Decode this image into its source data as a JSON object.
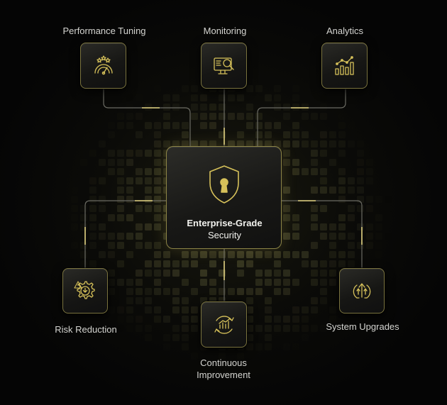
{
  "center": {
    "title_line1": "Enterprise-Grade",
    "title_line2": "Security",
    "icon": "shield-keyhole-icon"
  },
  "nodes": {
    "performance": {
      "label": "Performance Tuning",
      "icon": "speedometer-stars-icon"
    },
    "monitoring": {
      "label": "Monitoring",
      "icon": "monitor-magnifier-icon"
    },
    "analytics": {
      "label": "Analytics",
      "icon": "bar-chart-trend-icon"
    },
    "risk": {
      "label": "Risk Reduction",
      "icon": "gear-warning-icon"
    },
    "continuous": {
      "label_line1": "Continuous",
      "label_line2": "Improvement",
      "icon": "cycle-chart-icon"
    },
    "upgrades": {
      "label": "System Upgrades",
      "icon": "gear-upload-icon"
    }
  },
  "colors": {
    "accent": "#d6c15a",
    "card_border": "#7a733e",
    "background": "#050505",
    "text": "#d4d4d0"
  }
}
